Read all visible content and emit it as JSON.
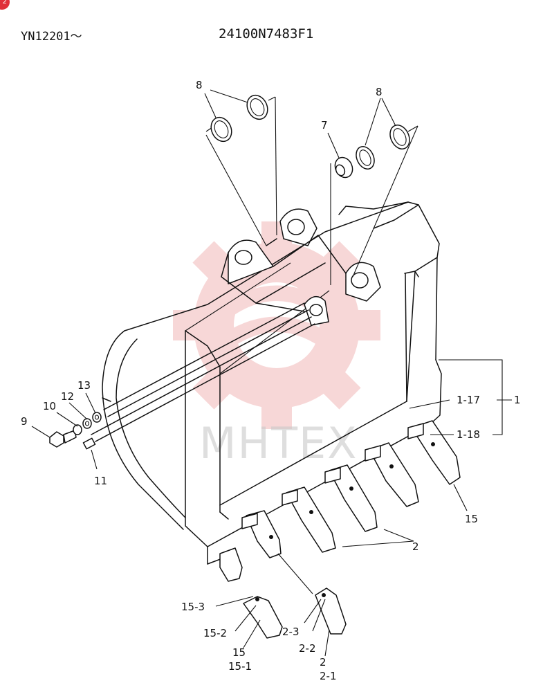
{
  "badge": "2",
  "header": {
    "serial": "YN12201～",
    "part_number": "24100N7483F1"
  },
  "watermark": {
    "text": "MHTEX",
    "color": "#f2b8b8"
  },
  "callouts": {
    "c8a": "8",
    "c8b": "8",
    "c7": "7",
    "c13": "13",
    "c12": "12",
    "c10": "10",
    "c9": "9",
    "c11": "11",
    "c1_17": "1-17",
    "c1": "1",
    "c1_18": "1-18",
    "c15": "15",
    "c2": "2",
    "c15_3": "15-3",
    "c15_2": "15-2",
    "c15_b": "15",
    "c15_1": "15-1",
    "c2_3": "2-3",
    "c2_2": "2-2",
    "c2_b": "2",
    "c2_1": "2-1"
  }
}
